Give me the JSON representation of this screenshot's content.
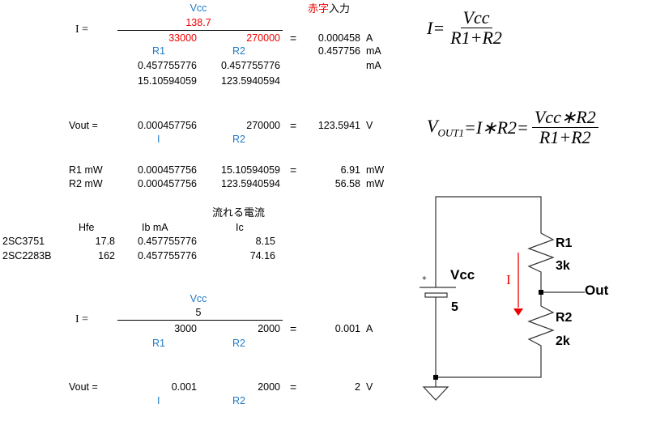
{
  "calc1": {
    "i_label": "I  =",
    "vcc_label": "Vcc",
    "vcc_value": "138.7",
    "legend_red": "赤字",
    "legend_black": "入力",
    "r1_value": "33000",
    "r2_value": "270000",
    "eq": "=",
    "result_a": "0.000458",
    "unit_a": "A",
    "result_ma": "0.457756",
    "unit_ma": "mA",
    "r1_label": "R1",
    "r2_label": "R2",
    "row1": [
      "0.457755776",
      "0.457755776"
    ],
    "row1_unit": "mA",
    "row2": [
      "15.10594059",
      "123.5940594"
    ]
  },
  "vout1": {
    "label": "Vout  =",
    "i_value": "0.000457756",
    "r2_value": "270000",
    "eq": "=",
    "result": "123.5941",
    "unit": "V",
    "i_label": "I",
    "r2_label": "R2"
  },
  "power": {
    "rows": [
      {
        "label": "R1  mW",
        "i": "0.000457756",
        "v": "15.10594059",
        "eq": "=",
        "result": "6.91",
        "unit": "mW"
      },
      {
        "label": "R2  mW",
        "i": "0.000457756",
        "v": "123.5940594",
        "eq": "",
        "result": "56.58",
        "unit": "mW"
      }
    ]
  },
  "transistors": {
    "title": "流れる電流",
    "headers": [
      "Hfe",
      "Ib  mA",
      "Ic"
    ],
    "rows": [
      {
        "name": "2SC3751",
        "hfe": "17.8",
        "ib": "0.457755776",
        "ic": "8.15"
      },
      {
        "name": "2SC2283B",
        "hfe": "162",
        "ib": "0.457755776",
        "ic": "74.16"
      }
    ]
  },
  "calc2": {
    "i_label": "I  =",
    "vcc_label": "Vcc",
    "vcc_value": "5",
    "r1_value": "3000",
    "r2_value": "2000",
    "eq": "=",
    "result": "0.001",
    "unit": "A",
    "r1_label": "R1",
    "r2_label": "R2"
  },
  "vout2": {
    "label": "Vout  =",
    "i_value": "0.001",
    "r2_value": "2000",
    "eq": "=",
    "result": "2",
    "unit": "V",
    "i_label": "I",
    "r2_label": "R2"
  },
  "formulas": {
    "f1_lhs": "I=",
    "f1_num": "Vcc",
    "f1_den": "R1+R2",
    "f2_lhs": "V",
    "f2_sub": "OUT1",
    "f2_mid": "=I∗R2=",
    "f2_num": "Vcc∗R2",
    "f2_den": "R1+R2"
  },
  "circuit": {
    "r1_name": "R1",
    "r1_value": "3k",
    "r2_name": "R2",
    "r2_value": "2k",
    "source_name": "Vcc",
    "source_value": "5",
    "plus": "+",
    "current": "I",
    "output": "Out"
  }
}
